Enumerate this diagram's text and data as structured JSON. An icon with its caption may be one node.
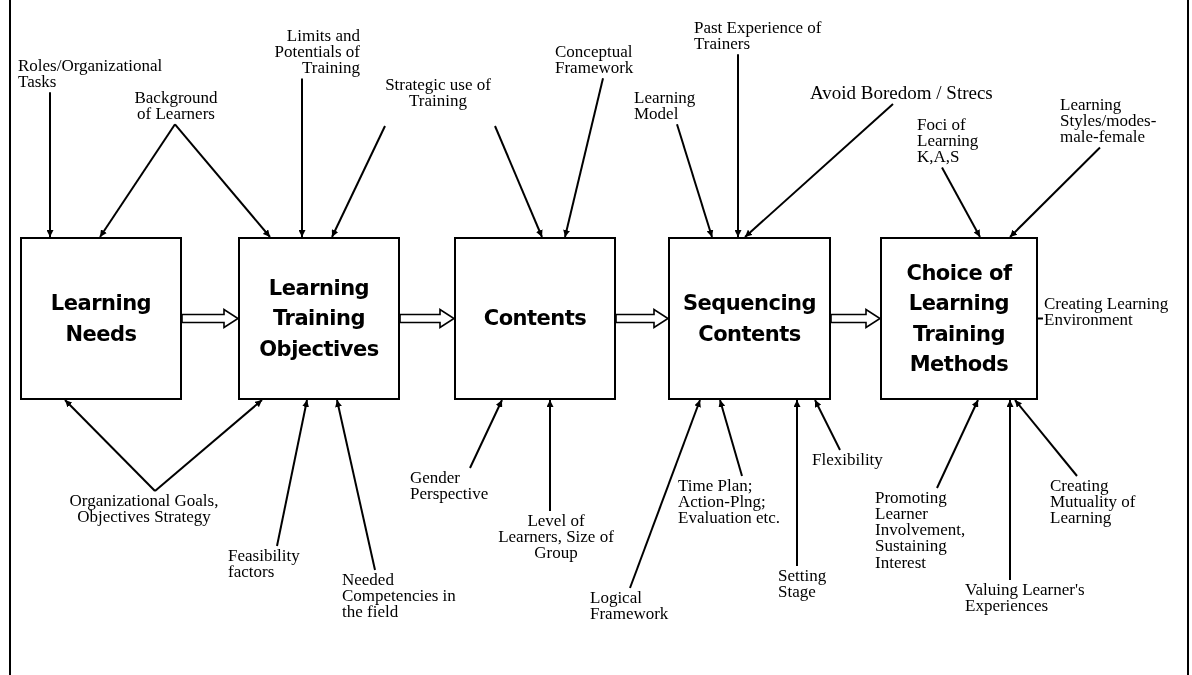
{
  "diagram": {
    "nodes": [
      {
        "text": [
          "Learning Needs"
        ]
      },
      {
        "text": [
          "Learning Training Objectives"
        ]
      },
      {
        "text": [
          "Contents"
        ]
      },
      {
        "text": [
          "Sequencing Contents"
        ]
      },
      {
        "text": [
          "Choice of Learning Training Methods"
        ]
      },
      {
        "text": [
          "Roles/Organizational Tasks"
        ]
      },
      {
        "text": [
          "Background of Learners"
        ]
      },
      {
        "text": [
          "Limits and Potentials of Training"
        ]
      },
      {
        "text": [
          "Strategic use of Training"
        ]
      },
      {
        "text": [
          "Conceptual Framework"
        ]
      },
      {
        "text": [
          "Learning Model"
        ]
      },
      {
        "text": [
          "Past Experience of Trainers"
        ]
      },
      {
        "text": [
          "Avoid Boredom / Strecs"
        ]
      },
      {
        "text": [
          "Foci of Learning K,A,S"
        ]
      },
      {
        "text": [
          "Learning Styles/modes-male-female"
        ]
      },
      {
        "text": [
          "Creating Learning Environment"
        ]
      },
      {
        "text": [
          "Organizational Goals, Objectives Strategy"
        ]
      },
      {
        "text": [
          "Feasibility factors"
        ]
      },
      {
        "text": [
          "Needed Competencies in the field"
        ]
      },
      {
        "text": [
          "Gender Perspective"
        ]
      },
      {
        "text": [
          "Level of Learners, Size of Group"
        ]
      },
      {
        "text": [
          "Logical Framework"
        ]
      },
      {
        "text": [
          "Time Plan; Action-Plng; Evaluation etc."
        ]
      },
      {
        "text": [
          "Setting Stage"
        ]
      },
      {
        "text": [
          "Flexibility"
        ]
      },
      {
        "text": [
          "Promoting Learner Involvement, Sustaining Interest"
        ]
      },
      {
        "text": [
          "Valuing Learner's Experiences"
        ]
      },
      {
        "text": [
          "Creating Mutuality of Learning"
        ]
      }
    ],
    "edges": [
      {
        "from": 0,
        "to": 1,
        "arrow": "to",
        "style": "thick"
      },
      {
        "from": 1,
        "to": 2,
        "arrow": "to",
        "style": "thick"
      },
      {
        "from": 2,
        "to": 3,
        "arrow": "to",
        "style": "thick"
      },
      {
        "from": 3,
        "to": 4,
        "arrow": "to",
        "style": "thick"
      },
      {
        "from": 5,
        "to": 0,
        "arrow": "to"
      },
      {
        "from": 6,
        "to": 0,
        "arrow": "to"
      },
      {
        "from": 6,
        "to": 1,
        "arrow": "to"
      },
      {
        "from": 7,
        "to": 1,
        "arrow": "to"
      },
      {
        "from": 8,
        "to": 1,
        "arrow": "to"
      },
      {
        "from": 8,
        "to": 2,
        "arrow": "to"
      },
      {
        "from": 9,
        "to": 2,
        "arrow": "to"
      },
      {
        "from": 10,
        "to": 3,
        "arrow": "to"
      },
      {
        "from": 11,
        "to": 3,
        "arrow": "to"
      },
      {
        "from": 12,
        "to": 3,
        "arrow": "to"
      },
      {
        "from": 13,
        "to": 4,
        "arrow": "to"
      },
      {
        "from": 14,
        "to": 4,
        "arrow": "to"
      },
      {
        "from": 4,
        "to": 15,
        "arrow": "none"
      },
      {
        "from": 16,
        "to": 0,
        "arrow": "to"
      },
      {
        "from": 16,
        "to": 1,
        "arrow": "to"
      },
      {
        "from": 17,
        "to": 1,
        "arrow": "to"
      },
      {
        "from": 18,
        "to": 1,
        "arrow": "to"
      },
      {
        "from": 19,
        "to": 2,
        "arrow": "to"
      },
      {
        "from": 20,
        "to": 2,
        "arrow": "to"
      },
      {
        "from": 21,
        "to": 3,
        "arrow": "to"
      },
      {
        "from": 22,
        "to": 3,
        "arrow": "to"
      },
      {
        "from": 23,
        "to": 3,
        "arrow": "to"
      },
      {
        "from": 24,
        "to": 3,
        "arrow": "to"
      },
      {
        "from": 25,
        "to": 4,
        "arrow": "to"
      },
      {
        "from": 26,
        "to": 4,
        "arrow": "to"
      },
      {
        "from": 27,
        "to": 4,
        "arrow": "to"
      }
    ]
  }
}
